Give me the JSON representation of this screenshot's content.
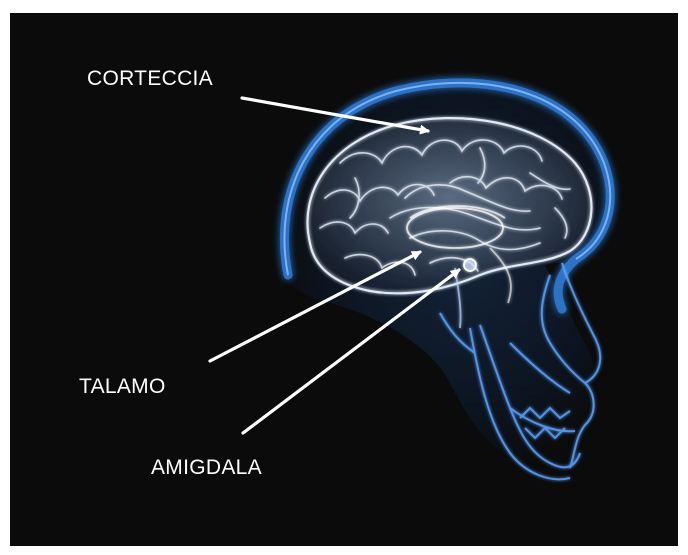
{
  "labels": {
    "cortex": "CORTECCIA",
    "thalamus": "TALAMO",
    "amygdala": "AMIGDALA"
  },
  "colors": {
    "background": "#0b0b0b",
    "skull_glow": "#2f78d0",
    "brain": "#e6eef8",
    "arrows": "#ffffff"
  }
}
